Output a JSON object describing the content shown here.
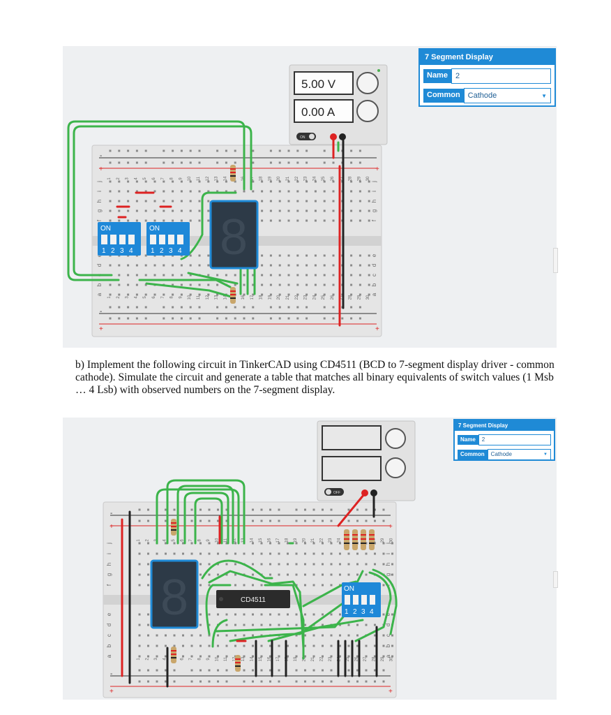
{
  "top_sim": {
    "supply": {
      "voltage": "5.00 V",
      "current": "0.00 A",
      "switch_label": "ON"
    },
    "breadboard": {
      "col_numbers": [
        "1",
        "2",
        "3",
        "4",
        "5",
        "6",
        "7",
        "8",
        "9",
        "10",
        "11",
        "12",
        "13",
        "14",
        "15",
        "16",
        "17",
        "18",
        "19",
        "20",
        "21",
        "22",
        "23",
        "24",
        "25",
        "26",
        "27",
        "28",
        "29",
        "30"
      ],
      "rows_top": [
        "j",
        "i",
        "h",
        "g",
        "f"
      ],
      "rows_bottom": [
        "e",
        "d",
        "c",
        "b",
        "a"
      ],
      "rail_plus": "+",
      "rail_minus": "-"
    },
    "dip_switch_1": {
      "on_label": "ON",
      "numbers": [
        "1",
        "2",
        "3",
        "4"
      ]
    },
    "dip_switch_2": {
      "on_label": "ON",
      "numbers": [
        "1",
        "2",
        "3",
        "4"
      ]
    },
    "display_digit": "8"
  },
  "top_panel": {
    "title": "7 Segment Display",
    "name_label": "Name",
    "name_value": "2",
    "common_label": "Common",
    "common_value": "Cathode"
  },
  "question_text": "b) Implement the following circuit in TinkerCAD using CD4511 (BCD to 7-segment display driver - common cathode). Simulate the circuit and generate a table that matches all binary equivalents of switch values (1 Msb … 4 Lsb) with observed numbers on the 7-segment display.",
  "bottom_sim": {
    "supply": {
      "voltage": "",
      "current": "",
      "switch_label": "OFF"
    },
    "breadboard": {
      "col_numbers": [
        "1",
        "2",
        "3",
        "4",
        "5",
        "6",
        "7",
        "8",
        "9",
        "10",
        "11",
        "12",
        "13",
        "14",
        "15",
        "16",
        "17",
        "18",
        "19",
        "20",
        "21",
        "22",
        "23",
        "24",
        "25",
        "26",
        "27",
        "28",
        "29",
        "30"
      ],
      "rows_top": [
        "j",
        "i",
        "h",
        "g",
        "f"
      ],
      "rows_bottom": [
        "e",
        "d",
        "c",
        "b",
        "a"
      ],
      "rail_plus": "+",
      "rail_minus": "-"
    },
    "dip_switch": {
      "on_label": "ON",
      "numbers": [
        "1",
        "2",
        "3",
        "4"
      ]
    },
    "chip_label": "CD4511",
    "display_digit": "8"
  },
  "bottom_panel": {
    "title": "7 Segment Display",
    "name_label": "Name",
    "name_value": "2",
    "common_label": "Common",
    "common_value": "Cathode"
  },
  "colors": {
    "panel_blue": "#1f8ad6",
    "wire_green": "#3cb44b",
    "wire_red": "#e02020",
    "wire_black": "#222222",
    "dip_blue": "#1e88d8",
    "board": "#e4e4e4"
  }
}
